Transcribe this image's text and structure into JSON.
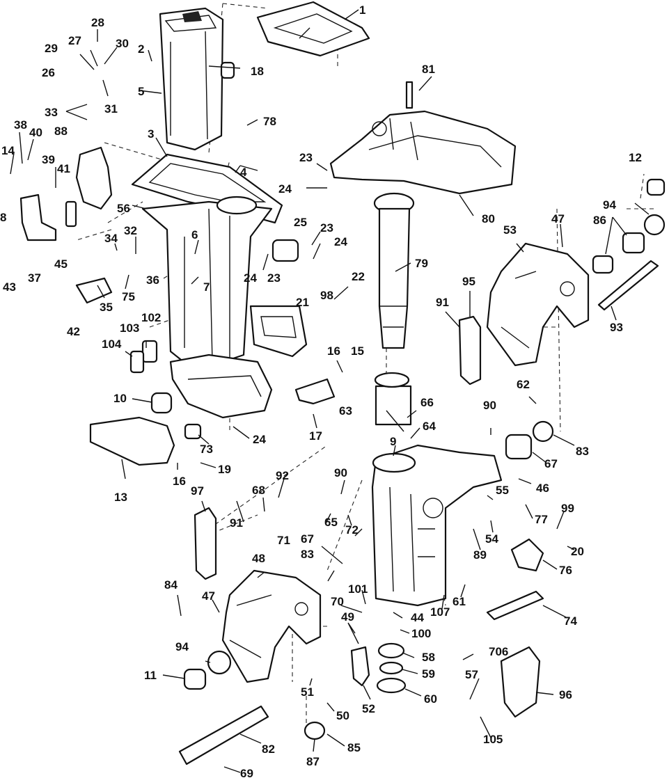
{
  "diagram": {
    "type": "exploded parts diagram",
    "part_numbers": [
      "1",
      "2",
      "3",
      "4",
      "5",
      "6",
      "7",
      "8",
      "9",
      "10",
      "11",
      "12",
      "13",
      "14",
      "15",
      "16",
      "16",
      "17",
      "18",
      "19",
      "20",
      "21",
      "22",
      "23",
      "23",
      "23",
      "24",
      "24",
      "24",
      "24",
      "25",
      "26",
      "27",
      "28",
      "29",
      "30",
      "31",
      "32",
      "33",
      "34",
      "35",
      "36",
      "37",
      "38",
      "39",
      "40",
      "41",
      "42",
      "43",
      "44",
      "45",
      "46",
      "47",
      "47",
      "48",
      "49",
      "50",
      "51",
      "52",
      "53",
      "54",
      "55",
      "56",
      "57",
      "58",
      "59",
      "60",
      "61",
      "62",
      "63",
      "64",
      "65",
      "66",
      "67",
      "67",
      "68",
      "69",
      "70",
      "71",
      "72",
      "73",
      "74",
      "75",
      "76",
      "77",
      "78",
      "79",
      "80",
      "81",
      "82",
      "83",
      "83",
      "84",
      "85",
      "86",
      "87",
      "88",
      "89",
      "90",
      "90",
      "91",
      "91",
      "92",
      "93",
      "94",
      "94",
      "95",
      "96",
      "97",
      "98",
      "99",
      "100",
      "101",
      "102",
      "103",
      "104",
      "105",
      "706",
      "107"
    ]
  }
}
